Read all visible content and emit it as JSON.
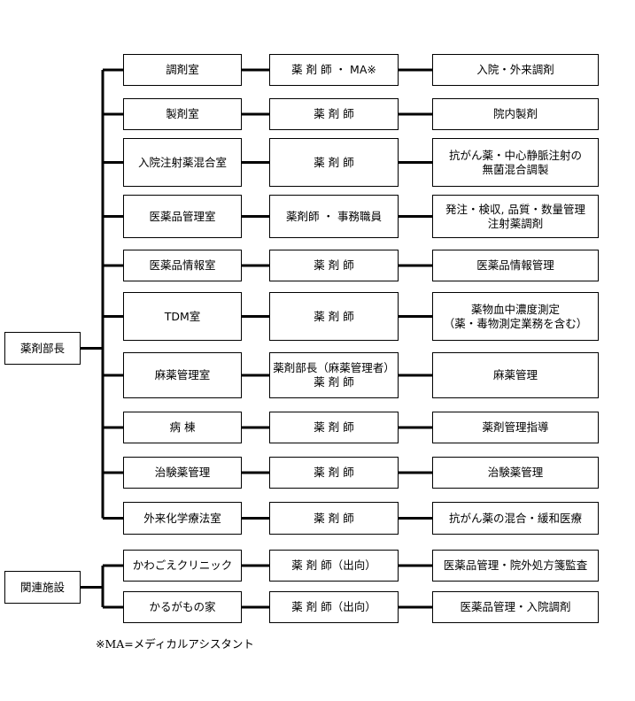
{
  "head": "薬剤部長",
  "sections": [
    {
      "name": "調剤室",
      "staff": "薬 剤 師 ・ MA※",
      "duty": "入院・外来調剤"
    },
    {
      "name": "製剤室",
      "staff": "薬 剤 師",
      "duty": "院内製剤"
    },
    {
      "name": "入院注射薬混合室",
      "staff": "薬 剤 師",
      "duty": "抗がん薬・中心静脈注射の\n無菌混合調製"
    },
    {
      "name": "医薬品管理室",
      "staff": "薬剤師 ・ 事務職員",
      "duty": "発注・検収, 品質・数量管理\n注射薬調剤"
    },
    {
      "name": "医薬品情報室",
      "staff": "薬 剤 師",
      "duty": "医薬品情報管理"
    },
    {
      "name": "TDM室",
      "staff": "薬 剤 師",
      "duty": "薬物血中濃度測定\n（薬・毒物測定業務を含む）"
    },
    {
      "name": "麻薬管理室",
      "staff": "薬剤部長（麻薬管理者）\n薬 剤 師",
      "duty": "麻薬管理"
    },
    {
      "name": "病 棟",
      "staff": "薬 剤 師",
      "duty": "薬剤管理指導"
    },
    {
      "name": "治験薬管理",
      "staff": "薬 剤 師",
      "duty": "治験薬管理"
    },
    {
      "name": "外来化学療法室",
      "staff": "薬 剤 師",
      "duty": "抗がん薬の混合・緩和医療"
    }
  ],
  "related_head": "関連施設",
  "related": [
    {
      "name": "かわごえクリニック",
      "staff": "薬 剤 師（出向）",
      "duty": "医薬品管理・院外処方箋監査"
    },
    {
      "name": "かるがもの家",
      "staff": "薬 剤 師（出向）",
      "duty": "医薬品管理・入院調剤"
    }
  ],
  "footnote": "※MA=メディカルアシスタント"
}
